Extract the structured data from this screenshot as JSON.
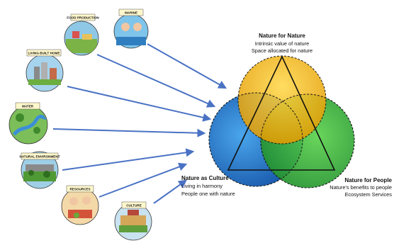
{
  "colors": {
    "nature_for_nature": "#f5b800",
    "nature_as_culture": "#1f78c8",
    "nature_for_people": "#2fa83a",
    "arrow": "#4a72c4"
  },
  "thumbnails": [
    {
      "id": "food-production",
      "label": "FOOD PRODUCTION",
      "icon": "farm-thumbnail"
    },
    {
      "id": "marine",
      "label": "MARINE",
      "icon": "marine-thumbnail"
    },
    {
      "id": "living-built-home",
      "label": "LIVING BUILT HOME",
      "icon": "city-thumbnail"
    },
    {
      "id": "water",
      "label": "WATER",
      "icon": "water-thumbnail"
    },
    {
      "id": "natural-environment",
      "label": "NATURAL ENVIRONMENT",
      "icon": "nature-thumbnail"
    },
    {
      "id": "resources",
      "label": "RESOURCES",
      "icon": "resources-thumbnail"
    },
    {
      "id": "culture",
      "label": "CULTURE",
      "icon": "culture-thumbnail"
    }
  ],
  "labels": {
    "nature_for_nature": {
      "title": "Nature for Nature",
      "line1": "Intrinsic value of nature",
      "line2": "Space allocated for nature"
    },
    "nature_as_culture": {
      "title": "Nature as Culture",
      "line1": "Living in harmony",
      "line2": "People one with nature"
    },
    "nature_for_people": {
      "title": "Nature for People",
      "line1": "Nature's benefits to people",
      "line2": "Ecosystem Services"
    }
  }
}
